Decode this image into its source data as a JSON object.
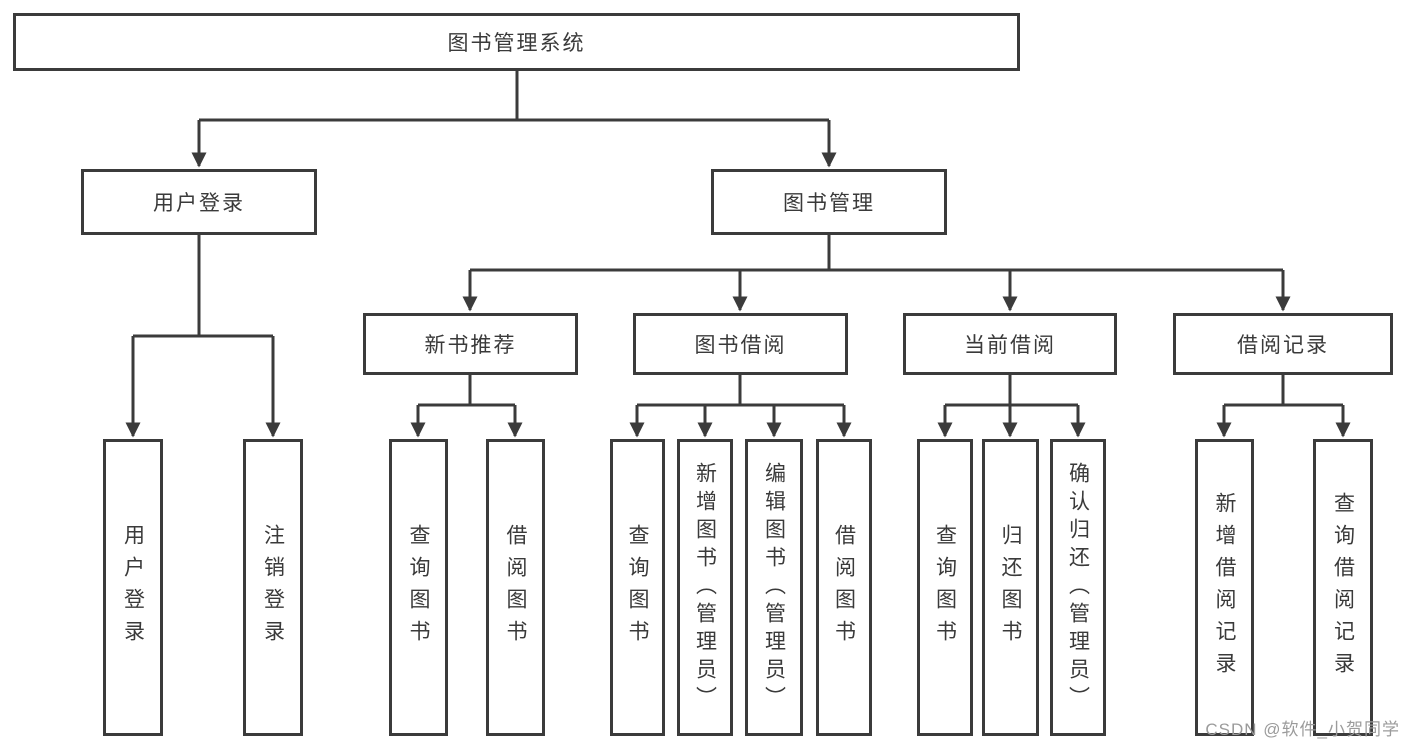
{
  "diagram": {
    "root": {
      "label": "图书管理系统"
    },
    "level2": {
      "user_login": {
        "label": "用户登录"
      },
      "book_management": {
        "label": "图书管理"
      }
    },
    "level3": {
      "new_book_recommend": {
        "label": "新书推荐"
      },
      "book_borrowing": {
        "label": "图书借阅"
      },
      "current_borrowing": {
        "label": "当前借阅"
      },
      "borrowing_records": {
        "label": "借阅记录"
      }
    },
    "leaves": {
      "user_login_leaf": {
        "label": "用户登录"
      },
      "logout": {
        "label": "注销登录"
      },
      "recommend_query_books": {
        "label": "查询图书"
      },
      "recommend_borrow_books": {
        "label": "借阅图书"
      },
      "borrowing_query_books": {
        "label": "查询图书"
      },
      "add_books_admin": {
        "label": "新增图书（管理员）"
      },
      "edit_books_admin": {
        "label": "编辑图书（管理员）"
      },
      "borrowing_borrow_books": {
        "label": "借阅图书"
      },
      "current_query_books": {
        "label": "查询图书"
      },
      "return_books": {
        "label": "归还图书"
      },
      "confirm_return_admin": {
        "label": "确认归还（管理员）"
      },
      "add_borrow_record": {
        "label": "新增借阅记录"
      },
      "query_borrow_record": {
        "label": "查询借阅记录"
      }
    }
  },
  "watermark": {
    "text": "CSDN @软件_小贺同学"
  },
  "colors": {
    "line": "#3b3b3b",
    "text": "#3a3a3a",
    "background": "#ffffff",
    "watermark": "#9b9b9b"
  }
}
